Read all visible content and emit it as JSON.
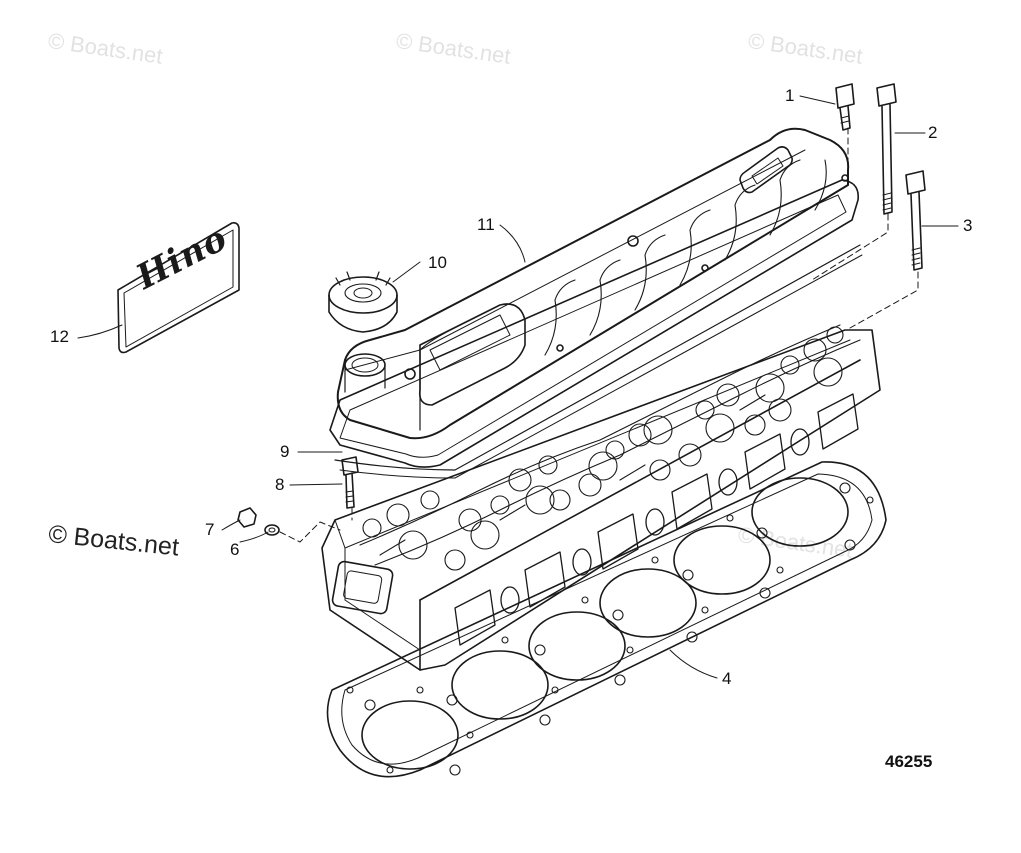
{
  "watermarks": {
    "faint": [
      "© Boats.net",
      "© Boats.net",
      "© Boats.net",
      "© Boats.net"
    ],
    "main": "© Boats.net"
  },
  "logo_text": "Hino",
  "figure_number": "46255",
  "callouts": {
    "c1": "1",
    "c2": "2",
    "c3": "3",
    "c4": "4",
    "c6": "6",
    "c7": "7",
    "c8": "8",
    "c9": "9",
    "c10": "10",
    "c11": "11",
    "c12": "12"
  }
}
